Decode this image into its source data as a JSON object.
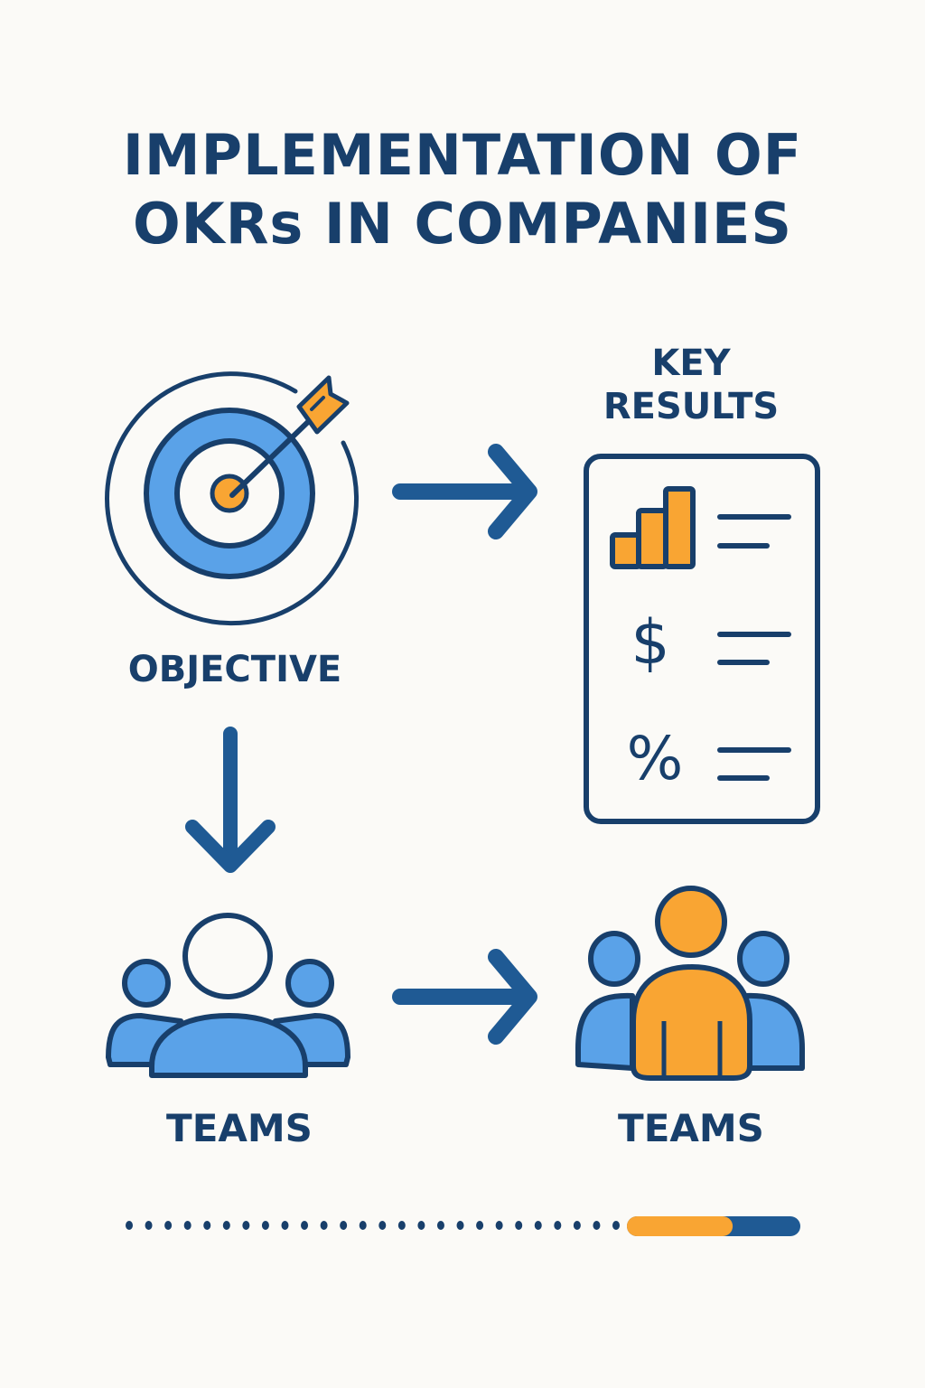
{
  "title": {
    "line1": "IMPLEMENTATION OF",
    "line2": "OKRs IN COMPANIES"
  },
  "objective": {
    "label": "OBJECTIVE",
    "icon": "target-with-arrow-icon"
  },
  "key_results": {
    "label_line1": "KEY",
    "label_line2": "RESULTS",
    "items": [
      {
        "icon": "bar-chart-icon"
      },
      {
        "icon": "dollar-icon",
        "glyph": "$"
      },
      {
        "icon": "percent-icon",
        "glyph": "%"
      }
    ]
  },
  "teams_left": {
    "label": "TEAMS",
    "icon": "team-outline-icon"
  },
  "teams_right": {
    "label": "TEAMS",
    "icon": "team-highlighted-icon"
  },
  "progress": {
    "dots": 26,
    "fill_fraction": 0.61
  },
  "colors": {
    "navy": "#183f6b",
    "blue": "#5aa2e8",
    "orange": "#f9a533",
    "bar_blue": "#1f5a94",
    "background": "#fbfaf7"
  }
}
